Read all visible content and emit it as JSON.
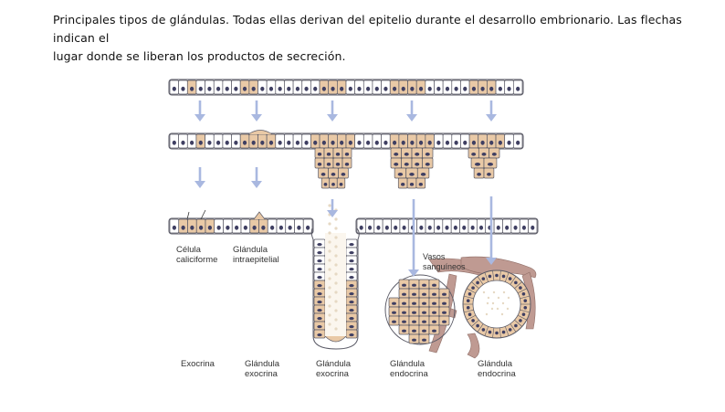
{
  "caption": {
    "line1": "Principales tipos de glándulas. Todas ellas derivan del epitelio durante el desarrollo embrionario. Las flechas indican el",
    "line2": "lugar donde se liberan los productos de secreción."
  },
  "labels": {
    "goblet_l1": "Célula",
    "goblet_l2": "caliciforme",
    "intra_l1": "Glándula",
    "intra_l2": "intraepitelial",
    "vessels_l1": "Vasos",
    "vessels_l2": "sanguíneos",
    "exo1": "Exocrina",
    "exo2_l1": "Glándula",
    "exo2_l2": "exocrina",
    "exo3_l1": "Glándula",
    "exo3_l2": "exocrina",
    "endo1_l1": "Glándula",
    "endo1_l2": "endocrina",
    "endo2_l1": "Glándula",
    "endo2_l2": "endocrina"
  },
  "colors": {
    "cell_fill": "#ffffff",
    "gland_fill": "#e9c9a6",
    "cell_stroke": "#5a5a66",
    "nucleus": "#3f3f62",
    "arrow": "#a9b8e0",
    "vessel": "#bf9a92",
    "secretion": "#e6d9c4"
  }
}
